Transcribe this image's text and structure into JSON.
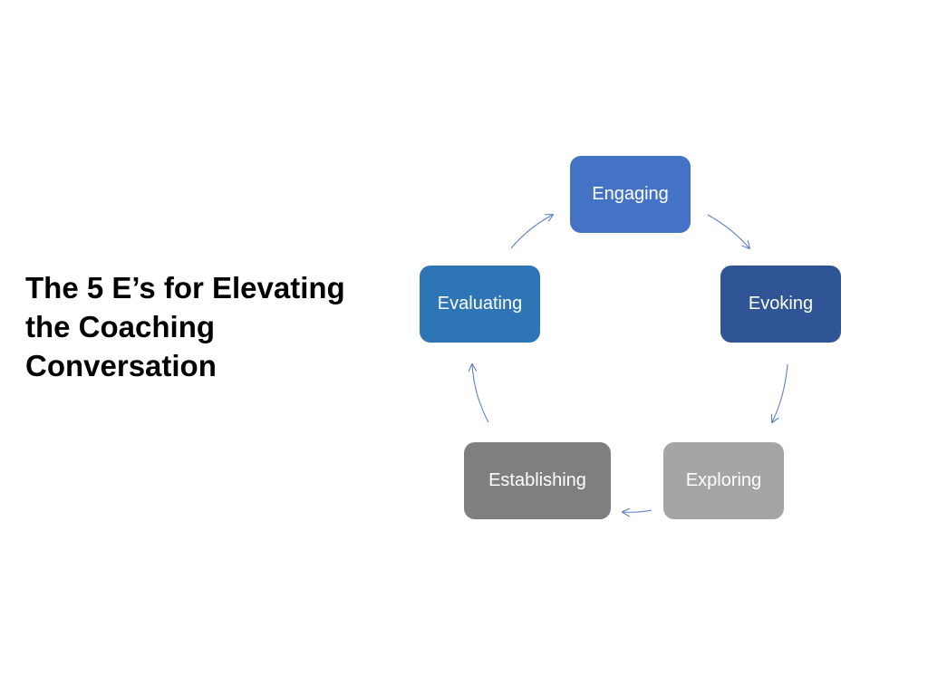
{
  "slide": {
    "title_lines": [
      "The 5 E’s for Elevating",
      "the Coaching",
      "Conversation"
    ]
  },
  "cycle": {
    "nodes": [
      {
        "id": "engaging",
        "label": "Engaging",
        "color": "#4472c4"
      },
      {
        "id": "evoking",
        "label": "Evoking",
        "color": "#2f5597"
      },
      {
        "id": "exploring",
        "label": "Exploring",
        "color": "#a5a5a5"
      },
      {
        "id": "establishing",
        "label": "Establishing",
        "color": "#7f7f7f"
      },
      {
        "id": "evaluating",
        "label": "Evaluating",
        "color": "#2e75b6"
      }
    ],
    "flow": [
      [
        "engaging",
        "evoking"
      ],
      [
        "evoking",
        "exploring"
      ],
      [
        "exploring",
        "establishing"
      ],
      [
        "establishing",
        "evaluating"
      ],
      [
        "evaluating",
        "engaging"
      ]
    ],
    "arrow_color": "#5b7fc7"
  }
}
